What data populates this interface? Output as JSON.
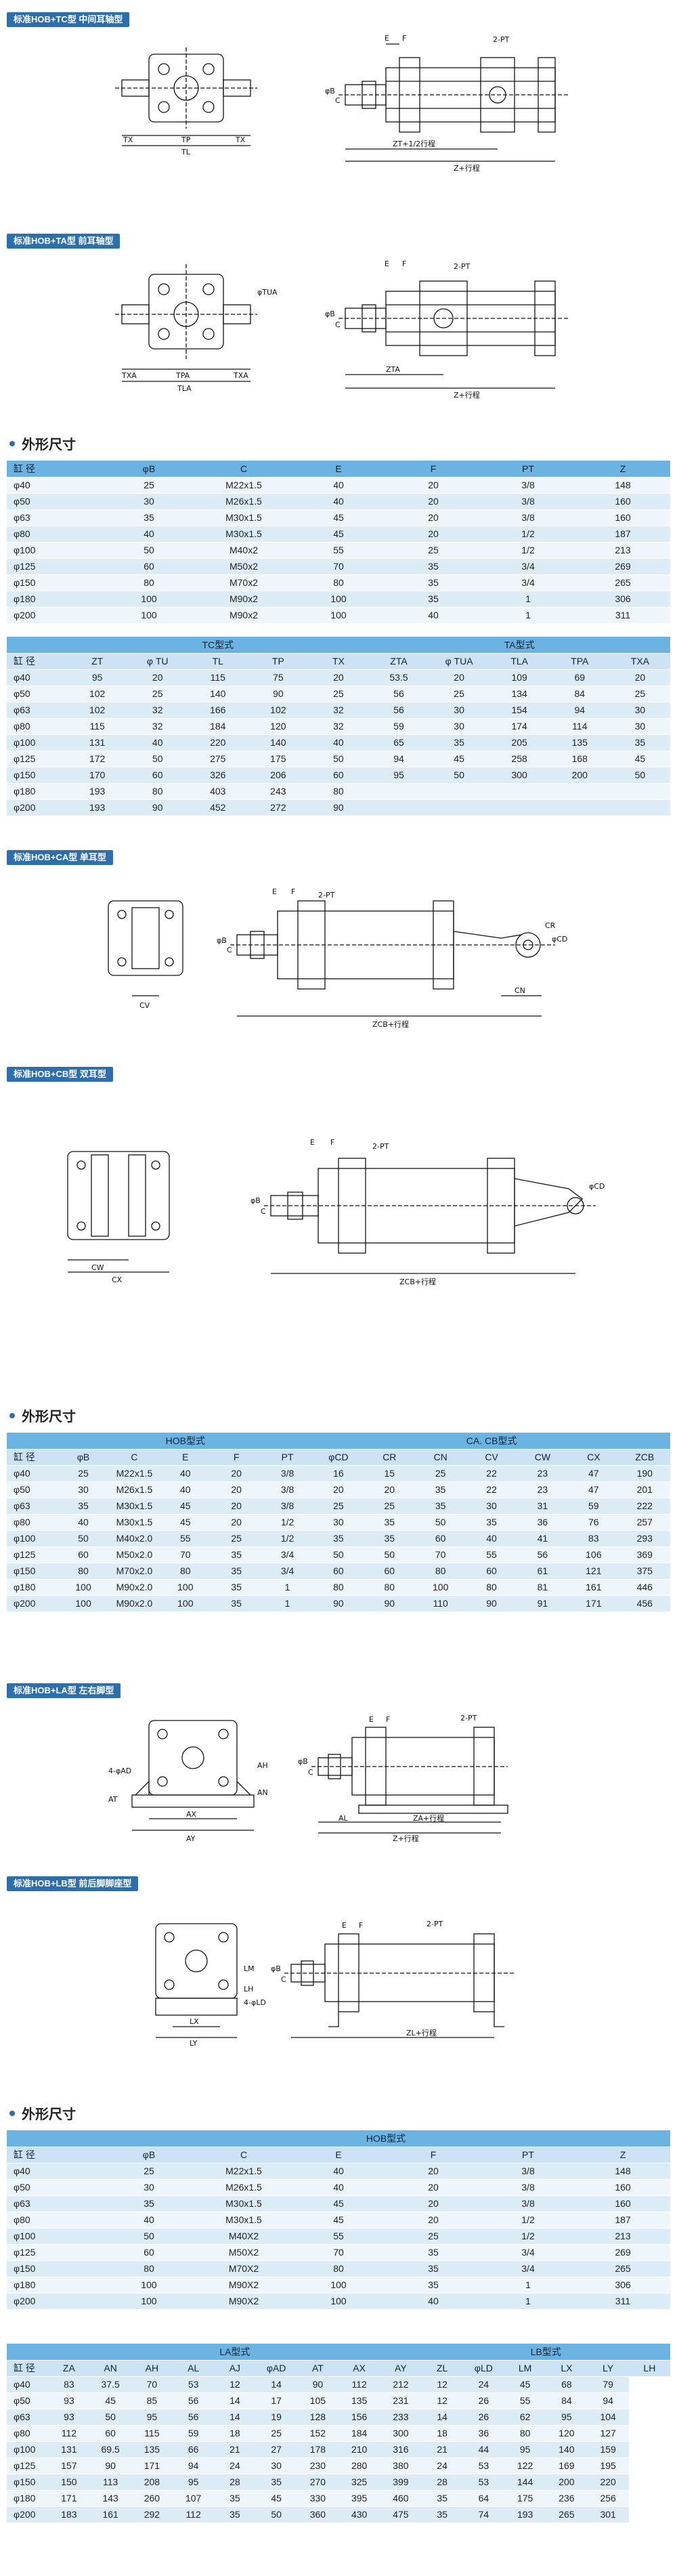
{
  "sections": {
    "tc_label": "标准HOB+TC型 中间耳轴型",
    "ta_label": "标准HOB+TA型 前耳轴型",
    "ca_label": "标准HOB+CA型 单耳型",
    "cb_label": "标准HOB+CB型 双耳型",
    "la_label": "标准HOB+LA型 左右脚型",
    "lb_label": "标准HOB+LB型 前后脚脚座型",
    "dims_heading": "外形尺寸"
  },
  "drawing_labels": {
    "tc": {
      "tx": "TX",
      "tp": "TP",
      "tl": "TL",
      "e": "E",
      "f": "F",
      "pt": "2-PT",
      "b": "φB",
      "c": "C",
      "zt": "ZT+1/2行程",
      "z": "Z+行程"
    },
    "ta": {
      "txa": "TXA",
      "tpa": "TPA",
      "tla": "TLA",
      "tua": "φTUA",
      "e": "E",
      "f": "F",
      "pt": "2-PT",
      "b": "φB",
      "c": "C",
      "zta": "ZTA",
      "z": "Z+行程"
    },
    "ca": {
      "cv": "CV",
      "e": "E",
      "f": "F",
      "pt": "2-PT",
      "b": "φB",
      "c": "C",
      "cr": "CR",
      "cd": "φCD",
      "cn": "CN",
      "zcb": "ZCB+行程"
    },
    "cb": {
      "cw": "CW",
      "cx": "CX",
      "e": "E",
      "f": "F",
      "pt": "2-PT",
      "b": "φB",
      "c": "C",
      "cd": "φCD",
      "zcb": "ZCB+行程"
    },
    "la": {
      "ad": "4-φAD",
      "at": "AT",
      "ah": "AH",
      "an": "AN",
      "ax": "AX",
      "ay": "AY",
      "e": "E",
      "f": "F",
      "pt": "2-PT",
      "b": "φB",
      "c": "C",
      "al": "AL",
      "za": "ZA+行程",
      "z": "Z+行程"
    },
    "lb": {
      "lm": "LM",
      "ld": "4-φLD",
      "lx": "LX",
      "ly": "LY",
      "lh": "LH",
      "e": "E",
      "f": "F",
      "pt": "2-PT",
      "b": "φB",
      "c": "C",
      "zl": "ZL+行程"
    }
  },
  "table1": {
    "headers": [
      "缸 径",
      "φB",
      "C",
      "E",
      "F",
      "PT",
      "Z"
    ],
    "rows": [
      [
        "φ40",
        "25",
        "M22x1.5",
        "40",
        "20",
        "3/8",
        "148"
      ],
      [
        "φ50",
        "30",
        "M26x1.5",
        "40",
        "20",
        "3/8",
        "160"
      ],
      [
        "φ63",
        "35",
        "M30x1.5",
        "45",
        "20",
        "3/8",
        "160"
      ],
      [
        "φ80",
        "40",
        "M30x1.5",
        "45",
        "20",
        "1/2",
        "187"
      ],
      [
        "φ100",
        "50",
        "M40x2",
        "55",
        "25",
        "1/2",
        "213"
      ],
      [
        "φ125",
        "60",
        "M50x2",
        "70",
        "35",
        "3/4",
        "269"
      ],
      [
        "φ150",
        "80",
        "M70x2",
        "80",
        "35",
        "3/4",
        "265"
      ],
      [
        "φ180",
        "100",
        "M90x2",
        "100",
        "35",
        "1",
        "306"
      ],
      [
        "φ200",
        "100",
        "M90x2",
        "100",
        "40",
        "1",
        "311"
      ]
    ]
  },
  "table2": {
    "group_tc": "TC型式",
    "group_ta": "TA型式",
    "headers": [
      "缸 径",
      "ZT",
      "φ TU",
      "TL",
      "TP",
      "TX",
      "ZTA",
      "φ TUA",
      "TLA",
      "TPA",
      "TXA"
    ],
    "rows": [
      [
        "φ40",
        "95",
        "20",
        "115",
        "75",
        "20",
        "53.5",
        "20",
        "109",
        "69",
        "20"
      ],
      [
        "φ50",
        "102",
        "25",
        "140",
        "90",
        "25",
        "56",
        "25",
        "134",
        "84",
        "25"
      ],
      [
        "φ63",
        "102",
        "32",
        "166",
        "102",
        "32",
        "56",
        "30",
        "154",
        "94",
        "30"
      ],
      [
        "φ80",
        "115",
        "32",
        "184",
        "120",
        "32",
        "59",
        "30",
        "174",
        "114",
        "30"
      ],
      [
        "φ100",
        "131",
        "40",
        "220",
        "140",
        "40",
        "65",
        "35",
        "205",
        "135",
        "35"
      ],
      [
        "φ125",
        "172",
        "50",
        "275",
        "175",
        "50",
        "94",
        "45",
        "258",
        "168",
        "45"
      ],
      [
        "φ150",
        "170",
        "60",
        "326",
        "206",
        "60",
        "95",
        "50",
        "300",
        "200",
        "50"
      ],
      [
        "φ180",
        "193",
        "80",
        "403",
        "243",
        "80",
        "",
        "",
        "",
        "",
        ""
      ],
      [
        "φ200",
        "193",
        "90",
        "452",
        "272",
        "90",
        "",
        "",
        "",
        "",
        ""
      ]
    ]
  },
  "table3": {
    "group_hob": "HOB型式",
    "group_cacb": "CA. CB型式",
    "headers": [
      "缸 径",
      "φB",
      "C",
      "E",
      "F",
      "PT",
      "φCD",
      "CR",
      "CN",
      "CV",
      "CW",
      "CX",
      "ZCB"
    ],
    "rows": [
      [
        "φ40",
        "25",
        "M22x1.5",
        "40",
        "20",
        "3/8",
        "16",
        "15",
        "25",
        "22",
        "23",
        "47",
        "190"
      ],
      [
        "φ50",
        "30",
        "M26x1.5",
        "40",
        "20",
        "3/8",
        "20",
        "20",
        "35",
        "22",
        "23",
        "47",
        "201"
      ],
      [
        "φ63",
        "35",
        "M30x1.5",
        "45",
        "20",
        "3/8",
        "25",
        "25",
        "35",
        "30",
        "31",
        "59",
        "222"
      ],
      [
        "φ80",
        "40",
        "M30x1.5",
        "45",
        "20",
        "1/2",
        "30",
        "35",
        "50",
        "35",
        "36",
        "76",
        "257"
      ],
      [
        "φ100",
        "50",
        "M40x2.0",
        "55",
        "25",
        "1/2",
        "35",
        "35",
        "60",
        "40",
        "41",
        "83",
        "293"
      ],
      [
        "φ125",
        "60",
        "M50x2.0",
        "70",
        "35",
        "3/4",
        "50",
        "50",
        "70",
        "55",
        "56",
        "106",
        "369"
      ],
      [
        "φ150",
        "80",
        "M70x2.0",
        "80",
        "35",
        "3/4",
        "60",
        "60",
        "80",
        "60",
        "61",
        "121",
        "375"
      ],
      [
        "φ180",
        "100",
        "M90x2.0",
        "100",
        "35",
        "1",
        "80",
        "80",
        "100",
        "80",
        "81",
        "161",
        "446"
      ],
      [
        "φ200",
        "100",
        "M90x2.0",
        "100",
        "35",
        "1",
        "90",
        "90",
        "110",
        "90",
        "91",
        "171",
        "456"
      ]
    ]
  },
  "table4": {
    "group_hob": "HOB型式",
    "headers": [
      "缸 径",
      "φB",
      "C",
      "E",
      "F",
      "PT",
      "Z"
    ],
    "rows": [
      [
        "φ40",
        "25",
        "M22x1.5",
        "40",
        "20",
        "3/8",
        "148"
      ],
      [
        "φ50",
        "30",
        "M26x1.5",
        "40",
        "20",
        "3/8",
        "160"
      ],
      [
        "φ63",
        "35",
        "M30x1.5",
        "45",
        "20",
        "3/8",
        "160"
      ],
      [
        "φ80",
        "40",
        "M30x1.5",
        "45",
        "20",
        "1/2",
        "187"
      ],
      [
        "φ100",
        "50",
        "M40X2",
        "55",
        "25",
        "1/2",
        "213"
      ],
      [
        "φ125",
        "60",
        "M50X2",
        "70",
        "35",
        "3/4",
        "269"
      ],
      [
        "φ150",
        "80",
        "M70X2",
        "80",
        "35",
        "3/4",
        "265"
      ],
      [
        "φ180",
        "100",
        "M90X2",
        "100",
        "35",
        "1",
        "306"
      ],
      [
        "φ200",
        "100",
        "M90X2",
        "100",
        "40",
        "1",
        "311"
      ]
    ]
  },
  "table5": {
    "group_la": "LA型式",
    "group_lb": "LB型式",
    "headers": [
      "缸 径",
      "ZA",
      "AN",
      "AH",
      "AL",
      "AJ",
      "φAD",
      "AT",
      "AX",
      "AY",
      "ZL",
      "φLD",
      "LM",
      "LX",
      "LY",
      "LH"
    ],
    "rows": [
      [
        "φ40",
        "83",
        "37.5",
        "70",
        "53",
        "12",
        "14",
        "90",
        "112",
        "212",
        "12",
        "24",
        "45",
        "68",
        "79"
      ],
      [
        "φ50",
        "93",
        "45",
        "85",
        "56",
        "14",
        "17",
        "105",
        "135",
        "231",
        "12",
        "26",
        "55",
        "84",
        "94"
      ],
      [
        "φ63",
        "93",
        "50",
        "95",
        "56",
        "14",
        "19",
        "128",
        "156",
        "233",
        "14",
        "26",
        "62",
        "95",
        "104"
      ],
      [
        "φ80",
        "112",
        "60",
        "115",
        "59",
        "18",
        "25",
        "152",
        "184",
        "300",
        "18",
        "36",
        "80",
        "120",
        "127"
      ],
      [
        "φ100",
        "131",
        "69.5",
        "135",
        "66",
        "21",
        "27",
        "178",
        "210",
        "316",
        "21",
        "44",
        "95",
        "140",
        "159"
      ],
      [
        "φ125",
        "157",
        "90",
        "171",
        "94",
        "24",
        "30",
        "230",
        "280",
        "380",
        "24",
        "53",
        "122",
        "169",
        "195"
      ],
      [
        "φ150",
        "150",
        "113",
        "208",
        "95",
        "28",
        "35",
        "270",
        "325",
        "399",
        "28",
        "53",
        "144",
        "200",
        "220"
      ],
      [
        "φ180",
        "171",
        "143",
        "260",
        "107",
        "35",
        "45",
        "330",
        "395",
        "460",
        "35",
        "64",
        "175",
        "236",
        "256"
      ],
      [
        "φ200",
        "183",
        "161",
        "292",
        "112",
        "35",
        "50",
        "360",
        "430",
        "475",
        "35",
        "74",
        "193",
        "265",
        "301"
      ]
    ]
  }
}
